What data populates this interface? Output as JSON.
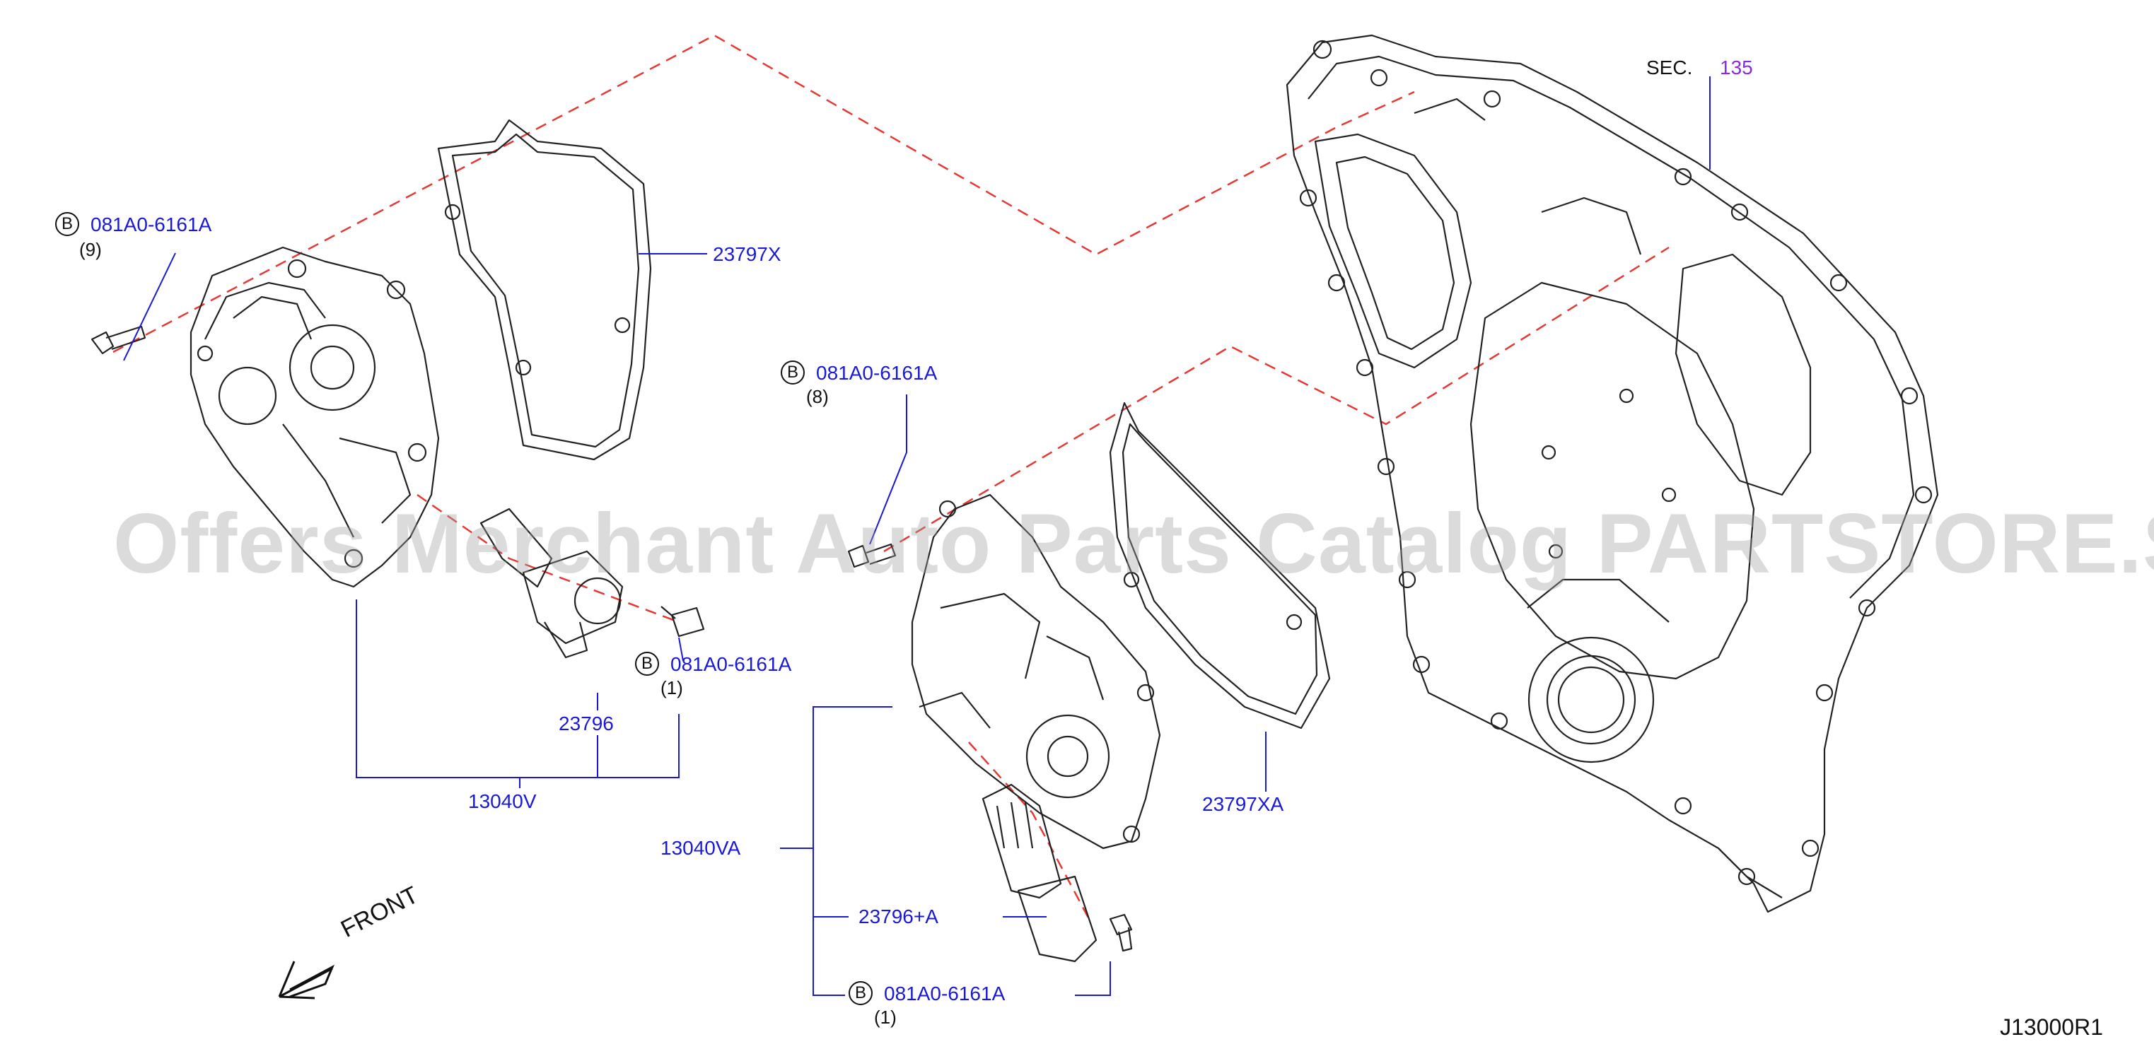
{
  "watermark": "Offers Merchant Auto Parts Catalog PARTSTORE.SA",
  "diagram_id": "J13000R1",
  "front_label": "FRONT",
  "section": {
    "label": "SEC.",
    "number": "135"
  },
  "badge_letter": "B",
  "colors": {
    "part_number": "#1a1ad6",
    "section_number": "#8a2be2",
    "phantom_line": "#e53935",
    "line_art": "#222222",
    "watermark": "#a0a0a0"
  },
  "callouts": {
    "bolt_left": {
      "part": "081A0-6161A",
      "qty": "(9)"
    },
    "gasket_left": {
      "part": "23797X"
    },
    "bolt_mid": {
      "part": "081A0-6161A",
      "qty": "(8)"
    },
    "bolt_solenoid_left": {
      "part": "081A0-6161A",
      "qty": "(1)"
    },
    "solenoid_left": {
      "part": "23796"
    },
    "assembly_left": {
      "part": "13040V"
    },
    "assembly_right": {
      "part": "13040VA"
    },
    "solenoid_right": {
      "part": "23796+A"
    },
    "bolt_bottom": {
      "part": "081A0-6161A",
      "qty": "(1)"
    },
    "gasket_right": {
      "part": "23797XA"
    }
  }
}
